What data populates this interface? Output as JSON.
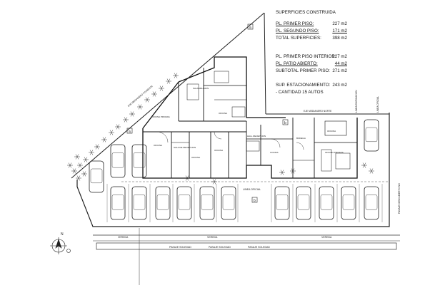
{
  "summary": {
    "heading": "SUPERFICIES CONSTRUIDA",
    "rows": [
      {
        "label": "PL. PRIMER PISO:",
        "value": "227 m2"
      },
      {
        "label": "PL. SEGUNDO PISO:",
        "value": "171 m2"
      },
      {
        "label": "TOTAL SUPERFICIES:",
        "value": "398 m2"
      },
      {
        "label": "PL. PRIMER PISO INTERIOR:",
        "value": "227 m2"
      },
      {
        "label": "PL. PATIO ABIERTO:",
        "value": "44 m2"
      },
      {
        "label": "SUBTOTAL PRIMER PISO:",
        "value": "271 m2"
      },
      {
        "label": "SUP. ESTACIONAMIENTO:",
        "value": "243 m2"
      }
    ],
    "parking_count": "- CANTIDAD 15 AUTOS"
  },
  "labels": {
    "line_oficial": "LINEA OFICIAL",
    "north_boundary": "EJE MEDIANERO NORTE",
    "west_boundary": "EJE MEDIANERO PONIENTE",
    "east_street": "PASAJE DESCUBIERTO NO",
    "vereda": "VEREDA",
    "street_name": "PASAJE SOLEDAD",
    "section_a": "a",
    "section_b": "b",
    "north": "N",
    "linea_edificacion": "LINEA EDIFICACION",
    "linea_oficial_v": "LINEA OFICIAL"
  },
  "rooms": [
    {
      "name": "SALA REUNION"
    },
    {
      "name": "OFICINA"
    },
    {
      "name": "OFICINA PRIVADA"
    },
    {
      "name": "OFICINA"
    },
    {
      "name": "SALA DE RECEPCION"
    },
    {
      "name": "OFICINA"
    },
    {
      "name": "OFICINA"
    },
    {
      "name": "HALL RECEPCION"
    },
    {
      "name": "COCINA"
    },
    {
      "name": "BODEGA"
    },
    {
      "name": "OFICINA"
    },
    {
      "name": "OFICINA PRIVADA"
    }
  ]
}
